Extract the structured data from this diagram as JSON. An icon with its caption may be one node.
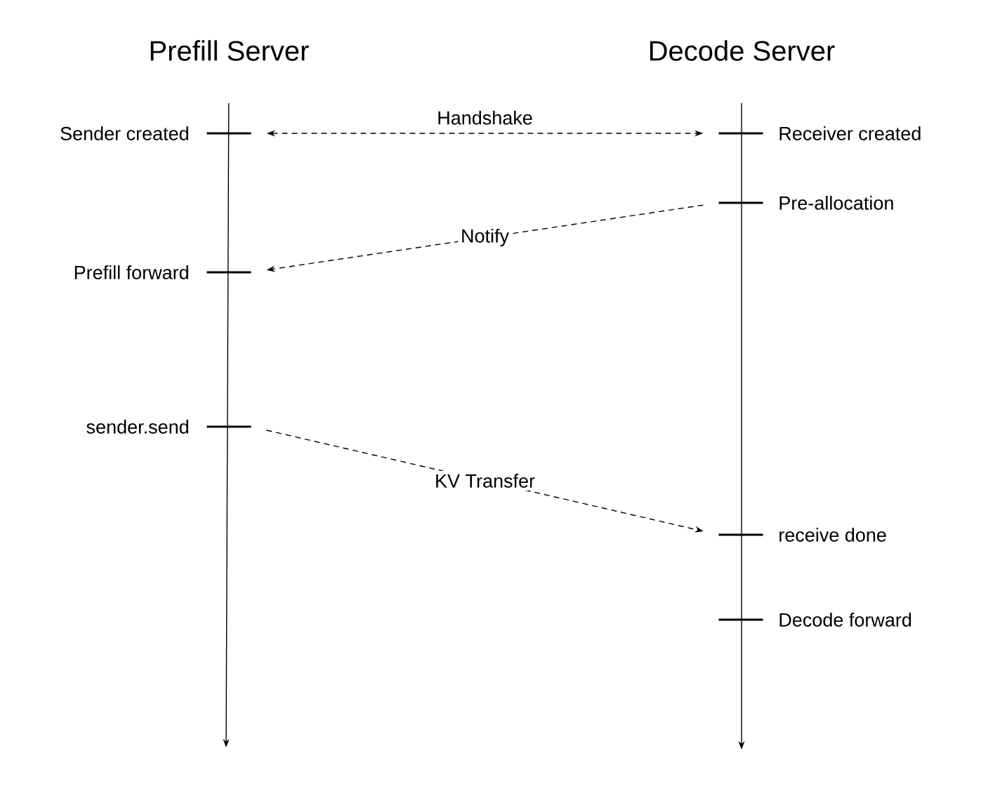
{
  "diagram": {
    "nodes": [
      {
        "text": [
          "Prefill Server"
        ]
      },
      {
        "text": [
          "Decode Server"
        ]
      },
      {
        "text": [],
        "shape": "bar",
        "beside": [
          "Sender created"
        ]
      },
      {
        "text": [],
        "shape": "bar",
        "beside": [
          "Receiver created"
        ]
      },
      {
        "text": [],
        "shape": "bar",
        "beside": [
          "Pre-allocation"
        ]
      },
      {
        "text": [],
        "shape": "bar",
        "beside": [
          "Prefill forward"
        ]
      },
      {
        "text": [],
        "shape": "bar",
        "beside": [
          "sender.send"
        ]
      },
      {
        "text": [],
        "shape": "bar",
        "beside": [
          "receive done"
        ]
      },
      {
        "text": [],
        "shape": "bar",
        "beside": [
          "Decode forward"
        ]
      }
    ],
    "edges": [
      {
        "from": 0,
        "to": null,
        "arrow": "to"
      },
      {
        "from": 1,
        "to": null,
        "arrow": "to"
      },
      {
        "from": 2,
        "to": 3,
        "arrow": "both",
        "label": "Handshake",
        "style": "dashed"
      },
      {
        "from": 4,
        "to": 5,
        "arrow": "to",
        "label": "Notify",
        "style": "dashed"
      },
      {
        "from": 6,
        "to": 7,
        "arrow": "to",
        "label": "KV Transfer",
        "style": "dashed"
      }
    ]
  }
}
